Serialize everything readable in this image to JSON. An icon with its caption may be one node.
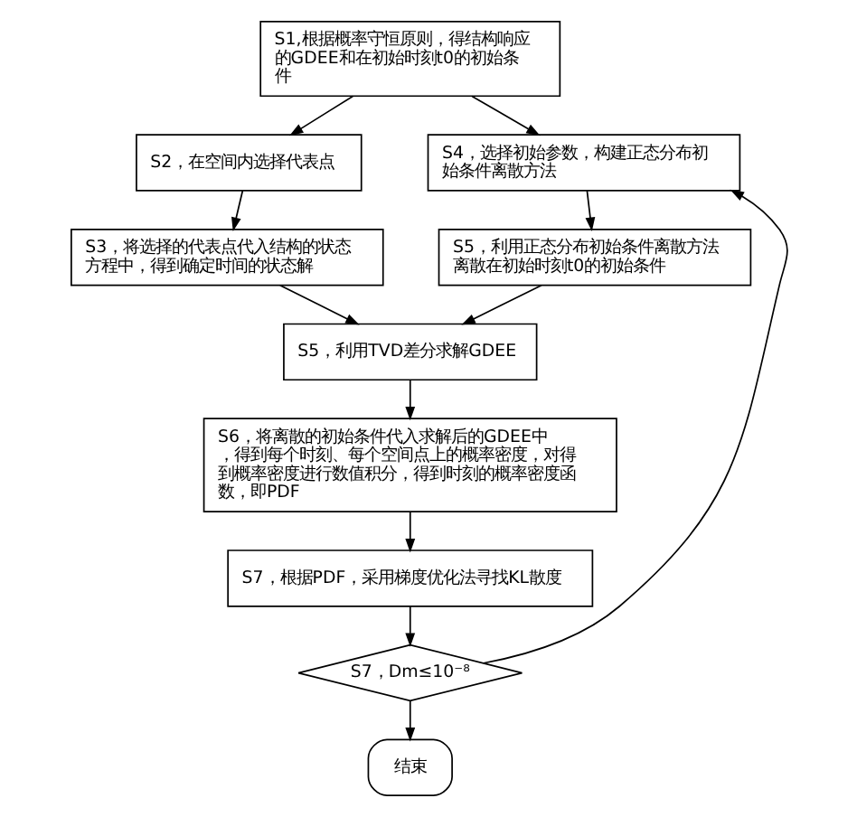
{
  "diagram": {
    "nodes": [
      {
        "text": [
          "S1,根据概率守恒原则，得结构响应的GDEE和在初始时刻t0的初始条件"
        ]
      },
      {
        "text": [
          "S2，在空间内选择代表点"
        ]
      },
      {
        "text": [
          "S4，选择初始参数，构建正态分布初始条件离散方法"
        ]
      },
      {
        "text": [
          "S3，将选择的代表点代入结构的状态方程中，得到确定时间的状态解"
        ]
      },
      {
        "text": [
          "S5，利用正态分布初始条件离散方法离散在初始时刻t0的初始条件"
        ]
      },
      {
        "text": [
          "S5，利用TVD差分求解GDEE"
        ]
      },
      {
        "text": [
          "S6，将离散的初始条件代入求解后的GDEE中，得到每个时刻、每个空间点上的概率密度，对得到概率密度进行数值积分，得到时刻的概率密度函数，即PDF"
        ]
      },
      {
        "text": [
          "S7，根据PDF，采用梯度优化法寻找KL散度"
        ]
      },
      {
        "text": [
          "S7，Dm≤10⁻⁸"
        ]
      },
      {
        "text": [
          "结束"
        ]
      }
    ],
    "edges": [
      {
        "from": 0,
        "to": 1,
        "arrow": "to"
      },
      {
        "from": 0,
        "to": 2,
        "arrow": "to"
      },
      {
        "from": 1,
        "to": 3,
        "arrow": "to"
      },
      {
        "from": 2,
        "to": 4,
        "arrow": "to"
      },
      {
        "from": 3,
        "to": 5,
        "arrow": "to"
      },
      {
        "from": 4,
        "to": 5,
        "arrow": "to"
      },
      {
        "from": 5,
        "to": 6,
        "arrow": "to"
      },
      {
        "from": 6,
        "to": 7,
        "arrow": "to"
      },
      {
        "from": 7,
        "to": 8,
        "arrow": "to"
      },
      {
        "from": 8,
        "to": 9,
        "arrow": "to"
      },
      {
        "from": 8,
        "to": 2,
        "arrow": "to"
      }
    ]
  }
}
